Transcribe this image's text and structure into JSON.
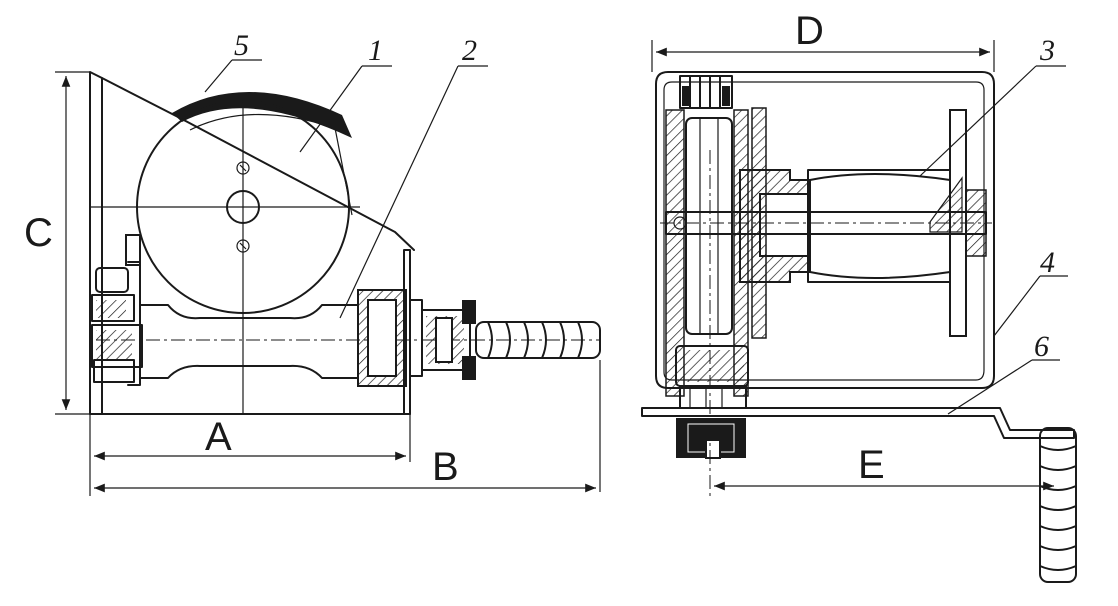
{
  "dimensions": {
    "a": "A",
    "b": "B",
    "c": "C",
    "d": "D",
    "e": "E"
  },
  "callouts": {
    "p1": "1",
    "p2": "2",
    "p3": "3",
    "p4": "4",
    "p5": "5",
    "p6": "6"
  }
}
